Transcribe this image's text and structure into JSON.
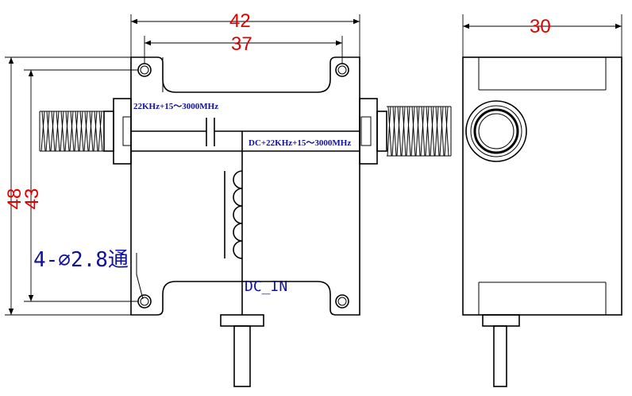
{
  "dimensions": {
    "top_outer": "42",
    "top_inner": "37",
    "side_width": "30",
    "left_outer": "48",
    "left_inner": "43"
  },
  "labels": {
    "input_freq": "22KHz+15～3000MHz",
    "output_freq": "DC+22KHz+15～3000MHz",
    "dc_in": "DC_IN",
    "holes": "4-∅2.8通"
  },
  "colors": {
    "dimension_text": "#e00000",
    "annotation_text": "#1010a0",
    "lines": "#000000"
  }
}
